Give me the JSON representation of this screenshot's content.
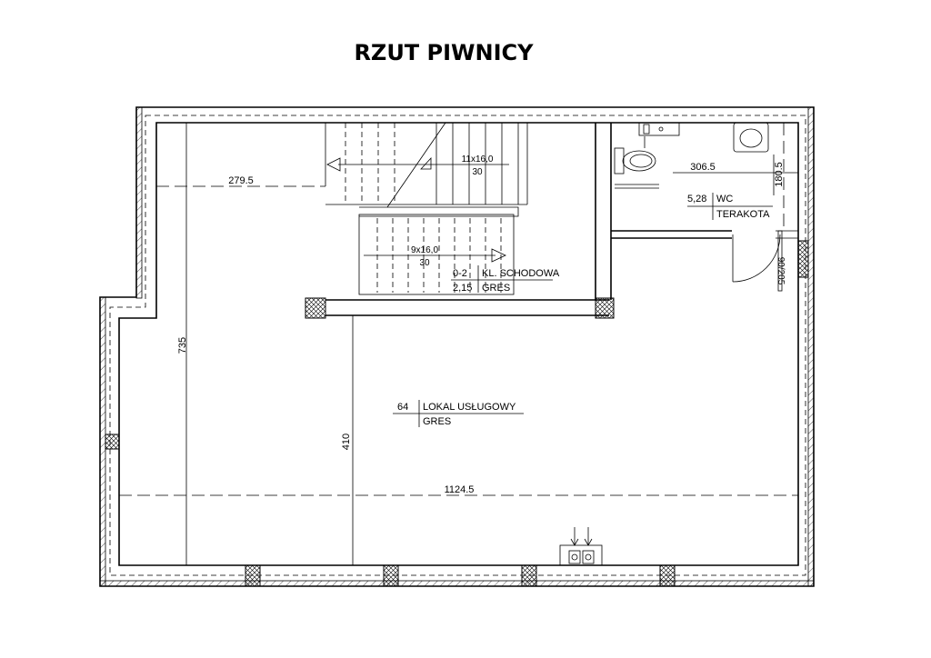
{
  "title": "RZUT PIWNICY",
  "dimensions": {
    "width_left": "279.5",
    "height_left": "735",
    "height_mid": "410",
    "width_total": "1124.5",
    "wc_width": "306.5",
    "wc_height": "180.5"
  },
  "stairs": {
    "upper_flight": {
      "steps": "11x16,0",
      "tread": "30"
    },
    "lower_flight": {
      "steps": "9x16,0",
      "tread": "30"
    }
  },
  "door_label": "90/205",
  "rooms": [
    {
      "number": "0-2",
      "name": "KL. SCHODOWA",
      "area": "2,15",
      "finish": "GRES"
    },
    {
      "number": "5,28",
      "name": "WC",
      "area": "",
      "finish": "TERAKOTA"
    },
    {
      "number": "64",
      "name": "LOKAL USŁUGOWY",
      "area": "",
      "finish": "GRES"
    }
  ]
}
